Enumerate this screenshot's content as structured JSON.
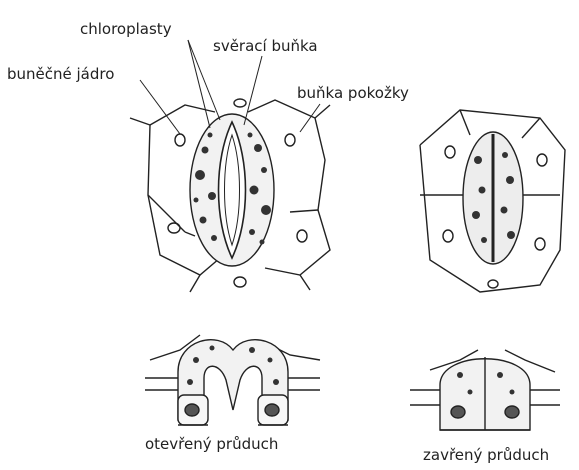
{
  "labels": {
    "chloroplasty": "chloroplasty",
    "sveraci_bunka": "svěrací buňka",
    "bunecne_jadro": "buněčné jádro",
    "bunka_pokozky": "buňka pokožky",
    "otevreny_pruduch": "otevřený průduch",
    "zavreny_pruduch": "zavřený průduch"
  }
}
